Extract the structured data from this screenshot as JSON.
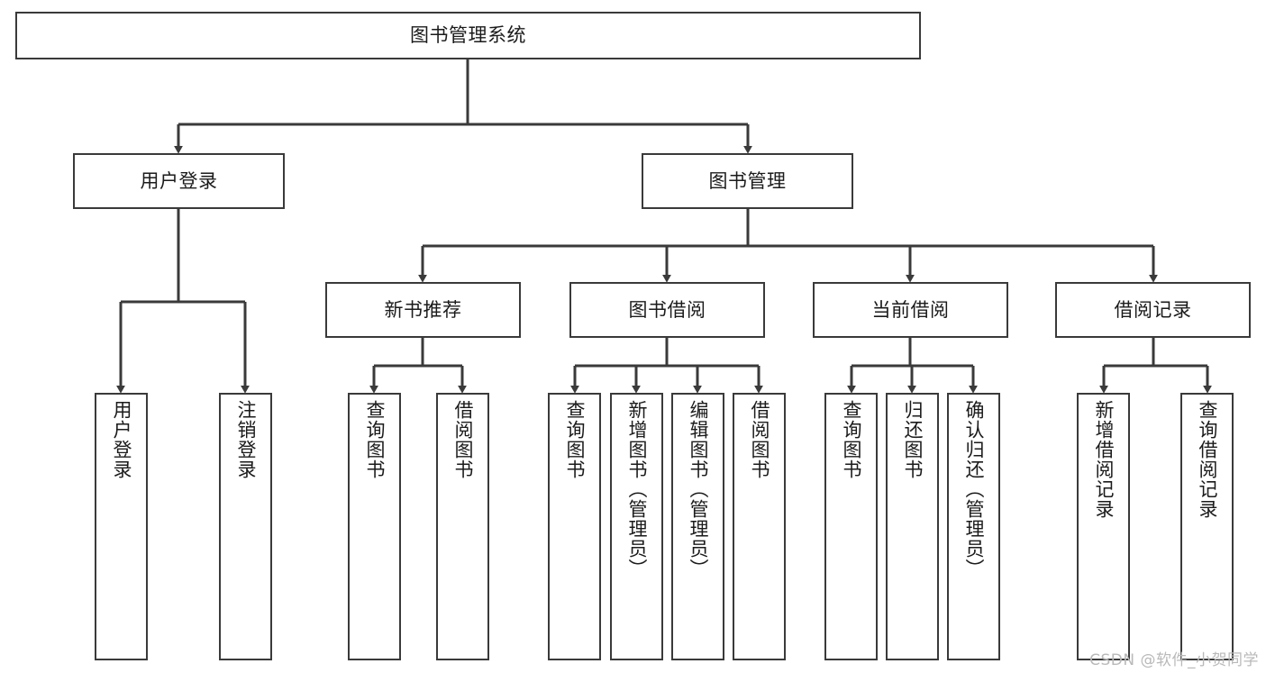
{
  "diagram": {
    "title": "图书管理系统",
    "watermark": "CSDN @软件_小贺同学",
    "nodes": {
      "root": "图书管理系统",
      "user_login": "用户登录",
      "book_manage": "图书管理",
      "new_book_rec": "新书推荐",
      "book_borrow": "图书借阅",
      "current_borrow": "当前借阅",
      "borrow_record": "借阅记录",
      "leaf_user_login": "用户登录",
      "leaf_logout": "注销登录",
      "leaf_query_book_1": "查询图书",
      "leaf_borrow_book_1": "借阅图书",
      "leaf_query_book_2": "查询图书",
      "leaf_add_book": "新增图书（管理员）",
      "leaf_edit_book": "编辑图书（管理员）",
      "leaf_borrow_book_2": "借阅图书",
      "leaf_query_book_3": "查询图书",
      "leaf_return_book": "归还图书",
      "leaf_confirm_return": "确认归还（管理员）",
      "leaf_add_record": "新增借阅记录",
      "leaf_query_record": "查询借阅记录"
    }
  }
}
